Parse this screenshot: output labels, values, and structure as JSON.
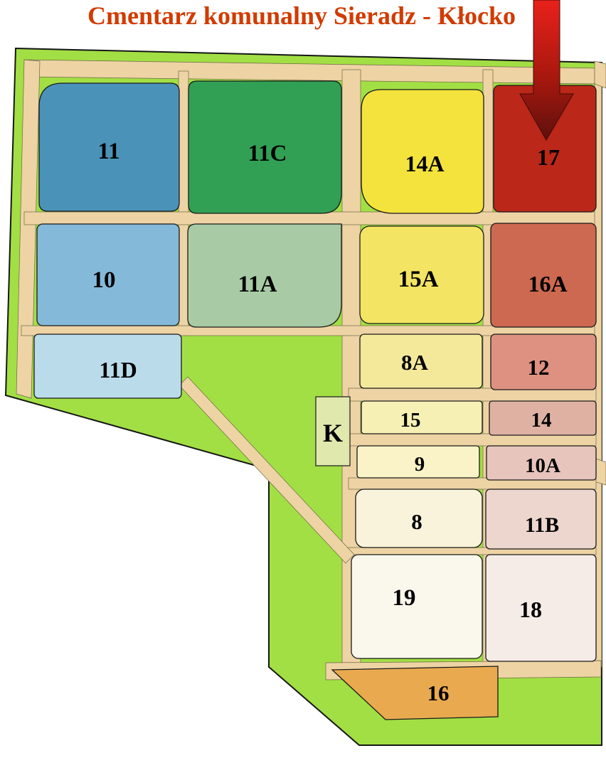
{
  "title": {
    "text": "Cmentarz komunalny Sieradz - Kłocko",
    "color": "#d13b00"
  },
  "map": {
    "ground_color": "#a2df44",
    "path_color": "#eed3a4"
  },
  "sections": [
    {
      "label": "11",
      "color": "#4b92b9"
    },
    {
      "label": "11C",
      "color": "#31a055"
    },
    {
      "label": "14A",
      "color": "#f3e33c"
    },
    {
      "label": "17",
      "color": "#bb2718"
    },
    {
      "label": "10",
      "color": "#84b9d9"
    },
    {
      "label": "11A",
      "color": "#a8cba5"
    },
    {
      "label": "15A",
      "color": "#f3e464"
    },
    {
      "label": "16A",
      "color": "#cd6950"
    },
    {
      "label": "11D",
      "color": "#badbea"
    },
    {
      "label": "8A",
      "color": "#f4e89b"
    },
    {
      "label": "12",
      "color": "#de9181"
    },
    {
      "label": "15",
      "color": "#f7f0b5"
    },
    {
      "label": "14",
      "color": "#dfb1a2"
    },
    {
      "label": "9",
      "color": "#f9f3c7"
    },
    {
      "label": "10A",
      "color": "#e7c5bc"
    },
    {
      "label": "8",
      "color": "#f8f3da"
    },
    {
      "label": "11B",
      "color": "#ecd6ce"
    },
    {
      "label": "19",
      "color": "#faf8ec"
    },
    {
      "label": "18",
      "color": "#f5ebe7"
    },
    {
      "label": "16",
      "color": "#e9aa4f"
    }
  ],
  "chapel": {
    "label": "K",
    "color": "#e0e8ad"
  },
  "arrow": {
    "points_to_section": "17",
    "color_start": "#e8211a",
    "color_end": "#5f100c"
  }
}
